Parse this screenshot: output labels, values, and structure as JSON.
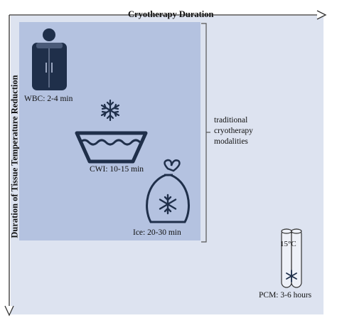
{
  "axes": {
    "x_title": "Cryotherapy Duration",
    "y_title": "Duration of Tissue Temperature Reduction"
  },
  "modalities": {
    "wbc": "WBC: 2-4 min",
    "cwi": "CWI: 10-15 min",
    "ice": "Ice: 20-30 min",
    "pcm": "PCM: 3-6 hours",
    "pcm_temp": "15°C"
  },
  "bracket_note": [
    "traditional",
    "cryotherapy",
    "modalities"
  ],
  "colors": {
    "outer_panel": "#dde3f0",
    "inner_panel": "#b4c2e0",
    "icon_fill": "#1f2f4a",
    "axis": "#333333"
  },
  "icons": [
    "person-cabin-icon",
    "snowflake-icon",
    "basin-icon",
    "ice-bag-icon",
    "pcm-tubes-icon"
  ]
}
